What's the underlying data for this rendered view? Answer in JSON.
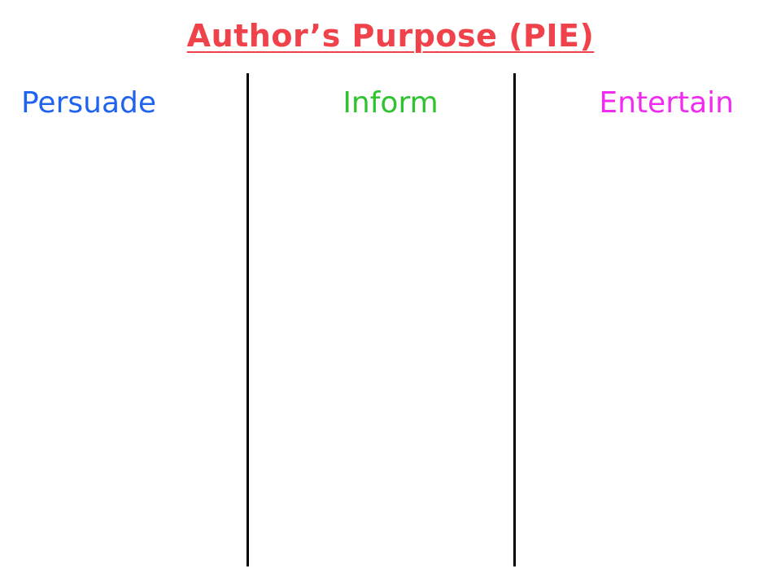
{
  "title": "Author’s Purpose (PIE)",
  "columns": [
    {
      "label": "Persuade"
    },
    {
      "label": "Inform"
    },
    {
      "label": "Entertain"
    }
  ],
  "colors": {
    "title": "#f0424a",
    "persuade": "#1f63ee",
    "inform": "#2fc42f",
    "entertain": "#f02cf0",
    "divider": "#000000"
  }
}
